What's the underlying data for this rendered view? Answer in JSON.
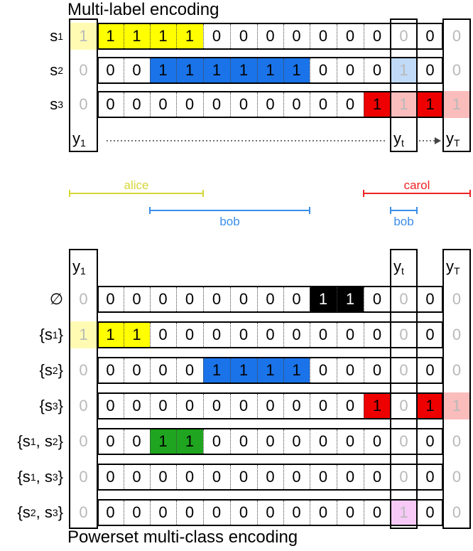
{
  "top_title": "Multi-label encoding",
  "bottom_title": "Powerset multi-class encoding",
  "colors": {
    "yellow": "#ffff00",
    "yellow_light": "#fffbb3",
    "blue": "#1a73e8",
    "blue_light": "#c0daf7",
    "red": "#ee0000",
    "red_light": "#fbbcbc",
    "green": "#1fa51f",
    "black": "#000000",
    "pink_light": "#f7c9f7",
    "alice": "#d6d63a",
    "bob": "#3a8ee8",
    "carol": "#ee2222"
  },
  "top": {
    "rows": [
      {
        "label": "s",
        "sub": "1",
        "cells": [
          "1",
          "1",
          "1",
          "1",
          "1",
          "0",
          "0",
          "0",
          "0",
          "0",
          "0",
          "0",
          "0",
          "0",
          "0"
        ],
        "fills": [
          "yellow_light",
          "yellow",
          "yellow",
          "yellow",
          "yellow",
          "",
          "",
          "",
          "",
          "",
          "",
          "",
          "",
          "",
          ""
        ]
      },
      {
        "label": "s",
        "sub": "2",
        "cells": [
          "0",
          "0",
          "0",
          "1",
          "1",
          "1",
          "1",
          "1",
          "1",
          "0",
          "0",
          "0",
          "1",
          "0",
          "0"
        ],
        "fills": [
          "",
          "",
          "",
          "blue",
          "blue",
          "blue",
          "blue",
          "blue",
          "blue",
          "",
          "",
          "",
          "blue_light",
          "",
          ""
        ]
      },
      {
        "label": "s",
        "sub": "3",
        "cells": [
          "0",
          "0",
          "0",
          "0",
          "0",
          "0",
          "0",
          "0",
          "0",
          "0",
          "0",
          "1",
          "1",
          "1",
          "1"
        ],
        "fills": [
          "",
          "",
          "",
          "",
          "",
          "",
          "",
          "",
          "",
          "",
          "",
          "red",
          "red_light",
          "red",
          "red_light"
        ]
      }
    ],
    "frame_labels": {
      "first": "y",
      "first_sub": "1",
      "mid": "y",
      "mid_sub": "t",
      "last": "y",
      "last_sub": "T"
    }
  },
  "segments": [
    {
      "speaker": "alice",
      "label": "alice",
      "start": 0,
      "end": 5,
      "level": 0,
      "color": "alice",
      "label_pos": "above"
    },
    {
      "speaker": "bob",
      "label": "bob",
      "start": 3,
      "end": 9,
      "level": 1,
      "color": "bob",
      "label_pos": "below"
    },
    {
      "speaker": "carol",
      "label": "carol",
      "start": 11,
      "end": 15,
      "level": 0,
      "color": "carol",
      "label_pos": "above"
    },
    {
      "speaker": "bob",
      "label": "bob",
      "start": 12,
      "end": 13,
      "level": 1,
      "color": "bob",
      "label_pos": "below"
    }
  ],
  "bottom": {
    "rows": [
      {
        "label": "∅",
        "sub": "",
        "cells": [
          "0",
          "0",
          "0",
          "0",
          "0",
          "0",
          "0",
          "0",
          "0",
          "1",
          "1",
          "0",
          "0",
          "0",
          "0"
        ],
        "fills": [
          "",
          "",
          "",
          "",
          "",
          "",
          "",
          "",
          "",
          "black",
          "black",
          "",
          "",
          "",
          ""
        ]
      },
      {
        "label": "{s",
        "sub": "1",
        "tail": "}",
        "cells": [
          "1",
          "1",
          "1",
          "0",
          "0",
          "0",
          "0",
          "0",
          "0",
          "0",
          "0",
          "0",
          "0",
          "0",
          "0"
        ],
        "fills": [
          "yellow_light",
          "yellow",
          "yellow",
          "",
          "",
          "",
          "",
          "",
          "",
          "",
          "",
          "",
          "",
          "",
          ""
        ]
      },
      {
        "label": "{s",
        "sub": "2",
        "tail": "}",
        "cells": [
          "0",
          "0",
          "0",
          "0",
          "0",
          "1",
          "1",
          "1",
          "1",
          "0",
          "0",
          "0",
          "0",
          "0",
          "0"
        ],
        "fills": [
          "",
          "",
          "",
          "",
          "",
          "blue",
          "blue",
          "blue",
          "blue",
          "",
          "",
          "",
          "",
          "",
          ""
        ]
      },
      {
        "label": "{s",
        "sub": "3",
        "tail": "}",
        "cells": [
          "0",
          "0",
          "0",
          "0",
          "0",
          "0",
          "0",
          "0",
          "0",
          "0",
          "0",
          "1",
          "0",
          "1",
          "1"
        ],
        "fills": [
          "",
          "",
          "",
          "",
          "",
          "",
          "",
          "",
          "",
          "",
          "",
          "red",
          "",
          "red",
          "red_light"
        ]
      },
      {
        "label": "{s",
        "sub": "1",
        "tail": ", s",
        "sub2": "2",
        "tail2": "}",
        "cells": [
          "0",
          "0",
          "0",
          "1",
          "1",
          "0",
          "0",
          "0",
          "0",
          "0",
          "0",
          "0",
          "0",
          "0",
          "0"
        ],
        "fills": [
          "",
          "",
          "",
          "green",
          "green",
          "",
          "",
          "",
          "",
          "",
          "",
          "",
          "",
          "",
          ""
        ]
      },
      {
        "label": "{s",
        "sub": "1",
        "tail": ", s",
        "sub2": "3",
        "tail2": "}",
        "cells": [
          "0",
          "0",
          "0",
          "0",
          "0",
          "0",
          "0",
          "0",
          "0",
          "0",
          "0",
          "0",
          "0",
          "0",
          "0"
        ],
        "fills": [
          "",
          "",
          "",
          "",
          "",
          "",
          "",
          "",
          "",
          "",
          "",
          "",
          "",
          "",
          ""
        ]
      },
      {
        "label": "{s",
        "sub": "2",
        "tail": ", s",
        "sub2": "3",
        "tail2": "}",
        "cells": [
          "0",
          "0",
          "0",
          "0",
          "0",
          "0",
          "0",
          "0",
          "0",
          "0",
          "0",
          "0",
          "1",
          "0",
          "0"
        ],
        "fills": [
          "",
          "",
          "",
          "",
          "",
          "",
          "",
          "",
          "",
          "",
          "",
          "",
          "pink_light",
          "",
          ""
        ]
      }
    ],
    "frame_labels": {
      "first": "y",
      "first_sub": "1",
      "mid": "y",
      "mid_sub": "t",
      "last": "y",
      "last_sub": "T"
    }
  }
}
